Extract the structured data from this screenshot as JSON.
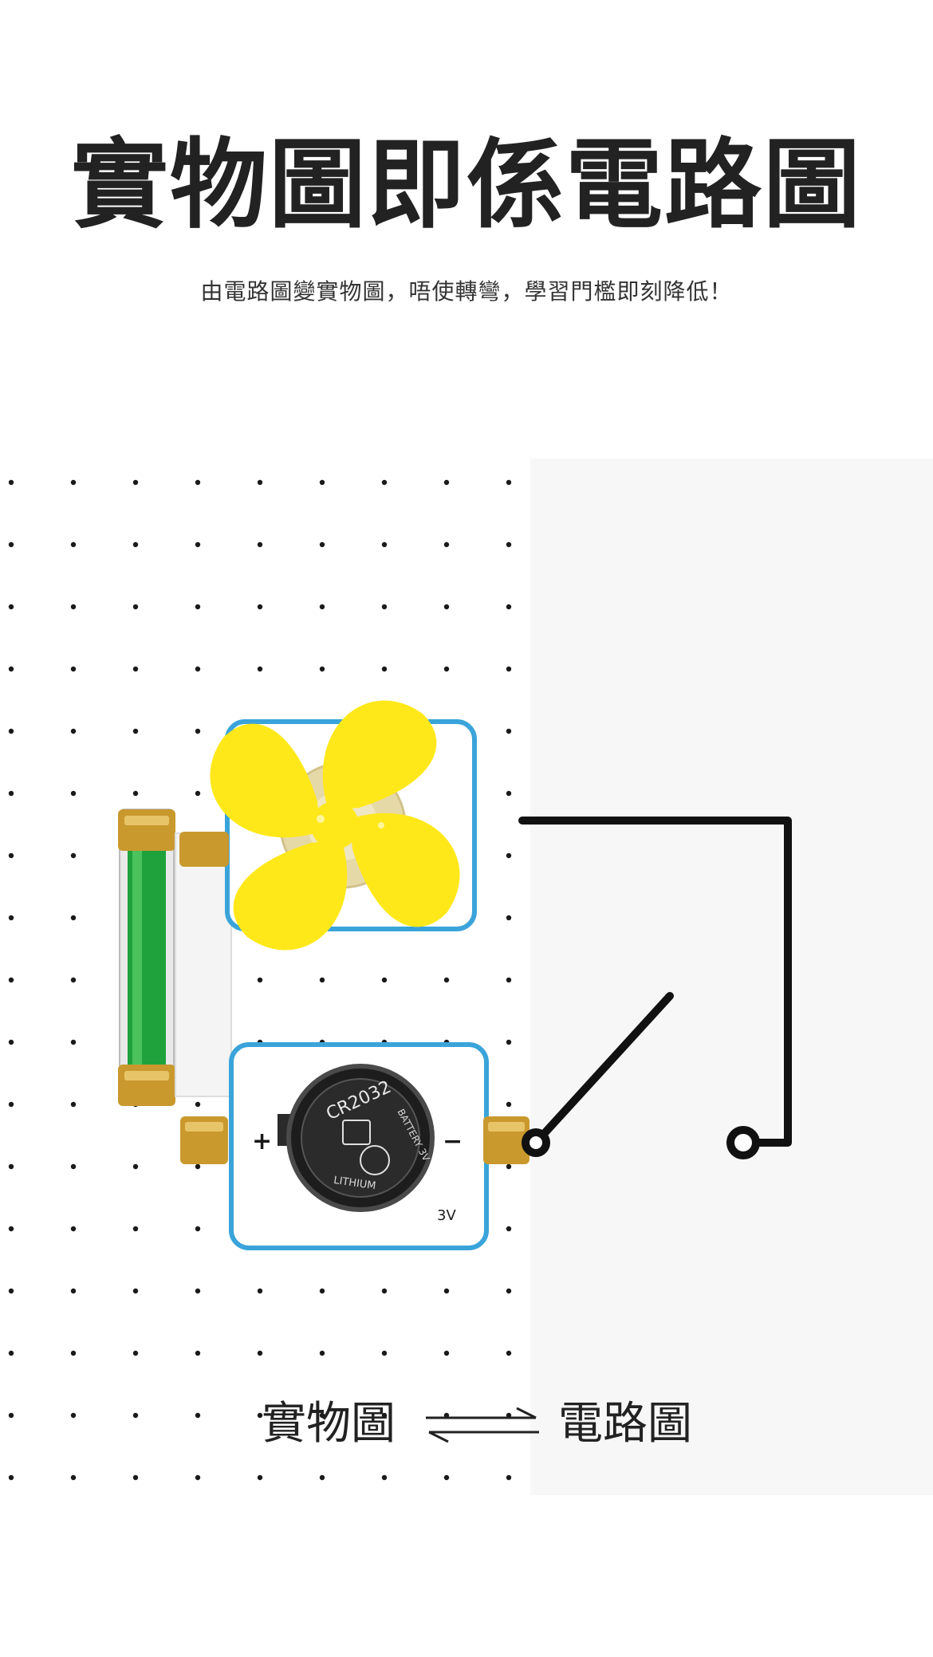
{
  "page": {
    "title": "實物圖即係電路圖",
    "subtitle": "由電路圖變實物圖，唔使轉彎，學習門檻即刻降低！"
  },
  "battery": {
    "model": "CR2032",
    "type": "LITHIUM",
    "marking": "BATTERY 3V",
    "voltage": "3V",
    "plus": "+",
    "minus": "−"
  },
  "caption": {
    "left": "實物圖",
    "right": "電路圖"
  },
  "colors": {
    "fan_yellow": "#FFE81A",
    "board_blue": "#3AA4DA",
    "wire_green": "#1FA23C",
    "terminal_gold": "#C9992E",
    "schematic_black": "#111111"
  }
}
